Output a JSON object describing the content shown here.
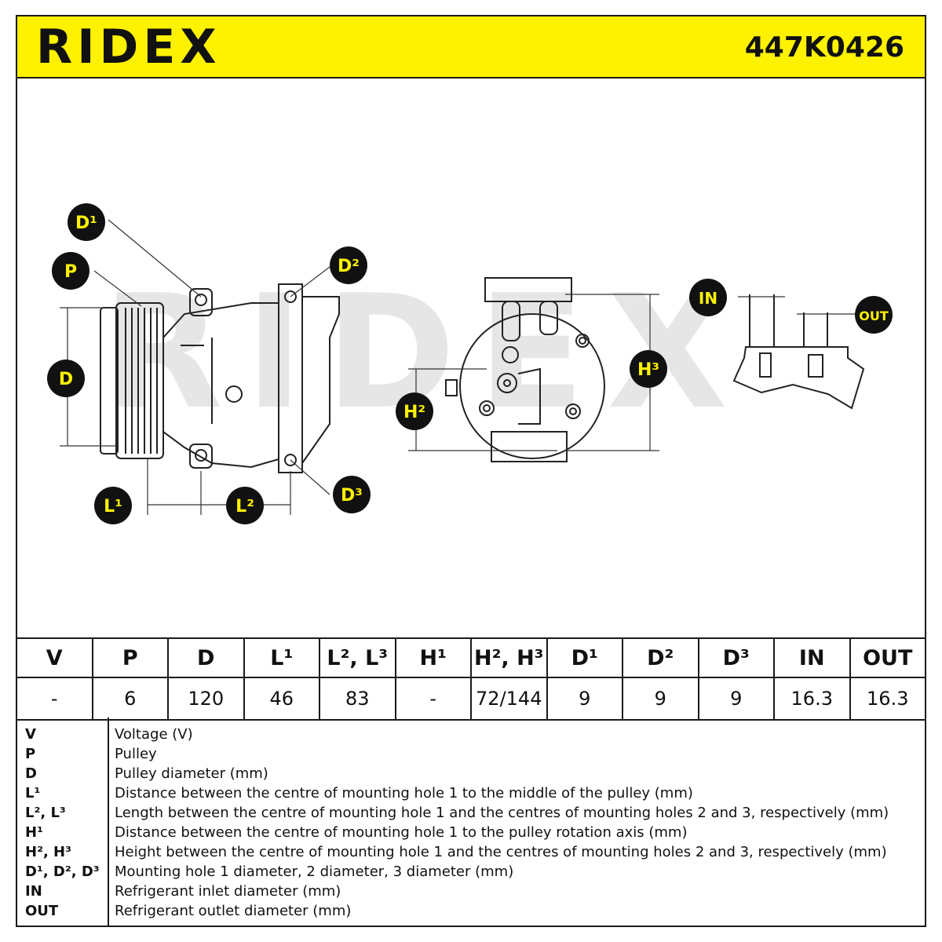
{
  "header": {
    "brand": "RIDEX",
    "part_number": "447K0426"
  },
  "diagram_labels": {
    "D1": "D¹",
    "P": "P",
    "D": "D",
    "D2": "D²",
    "D3": "D³",
    "L1": "L¹",
    "L2": "L²",
    "H2": "H²",
    "H3": "H³",
    "IN": "IN",
    "OUT": "OUT"
  },
  "table": {
    "headers": [
      "V",
      "P",
      "D",
      "L¹",
      "L², L³",
      "H¹",
      "H², H³",
      "D¹",
      "D²",
      "D³",
      "IN",
      "OUT"
    ],
    "values": [
      "-",
      "6",
      "120",
      "46",
      "83",
      "-",
      "72/144",
      "9",
      "9",
      "9",
      "16.3",
      "16.3"
    ]
  },
  "legend": [
    {
      "key": "V",
      "desc": "Voltage (V)"
    },
    {
      "key": "P",
      "desc": "Pulley"
    },
    {
      "key": "D",
      "desc": "Pulley diameter (mm)"
    },
    {
      "key": "L¹",
      "desc": "Distance between the centre of mounting hole 1 to the middle of the pulley (mm)"
    },
    {
      "key": "L², L³",
      "desc": "Length between the centre of mounting hole 1 and the centres of mounting holes 2 and 3, respectively (mm)"
    },
    {
      "key": "H¹",
      "desc": "Distance between the centre of mounting hole 1 to the pulley rotation axis (mm)"
    },
    {
      "key": "H², H³",
      "desc": "Height between the centre of mounting hole 1 and the centres of mounting holes 2 and 3, respectively (mm)"
    },
    {
      "key": "D¹, D², D³",
      "desc": "Mounting hole 1 diameter, 2 diameter, 3 diameter (mm)"
    },
    {
      "key": "IN",
      "desc": "Refrigerant inlet diameter (mm)"
    },
    {
      "key": "OUT",
      "desc": "Refrigerant outlet diameter (mm)"
    }
  ],
  "colors": {
    "accent": "#fff200",
    "ink": "#111111",
    "watermark": "#e6e6e6"
  }
}
